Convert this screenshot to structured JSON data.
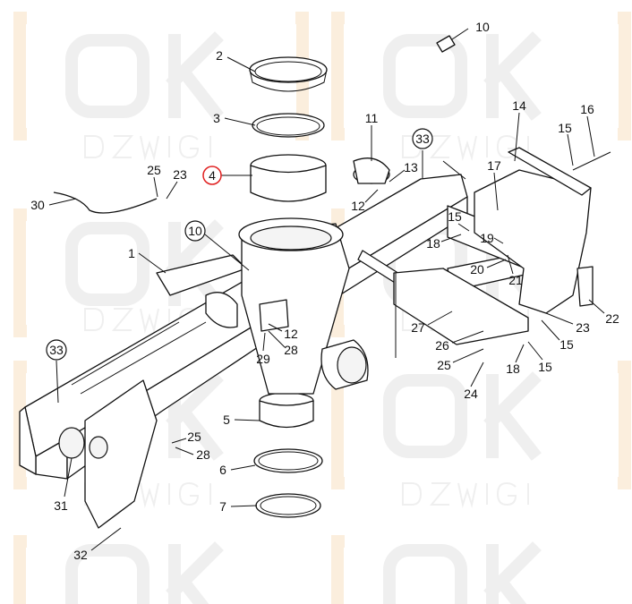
{
  "diagram": {
    "title": "Chassis frame exploded parts diagram",
    "highlight_color": "#e02020",
    "watermark": {
      "logo": "OK",
      "text": "DZWIGI"
    },
    "callouts": {
      "c10a": "10",
      "c2": "2",
      "c3": "3",
      "c4": "4",
      "c11": "11",
      "c33a": "33",
      "c13": "13",
      "c12a": "12",
      "c25a": "25",
      "c23a": "23",
      "c30": "30",
      "c14": "14",
      "c16": "16",
      "c15a": "15",
      "c17": "17",
      "c15b": "15",
      "c18a": "18",
      "c19": "19",
      "c20": "20",
      "c21": "21",
      "c10b": "10",
      "c1": "1",
      "c12b": "12",
      "c28a": "28",
      "c29": "29",
      "c27": "27",
      "c26": "26",
      "c25b": "25",
      "c24": "24",
      "c18b": "18",
      "c15c": "15",
      "c23b": "23",
      "c15d": "15",
      "c22": "22",
      "c33b": "33",
      "c5": "5",
      "c25c": "25",
      "c28b": "28",
      "c6": "6",
      "c7": "7",
      "c31": "31",
      "c32": "32"
    }
  }
}
